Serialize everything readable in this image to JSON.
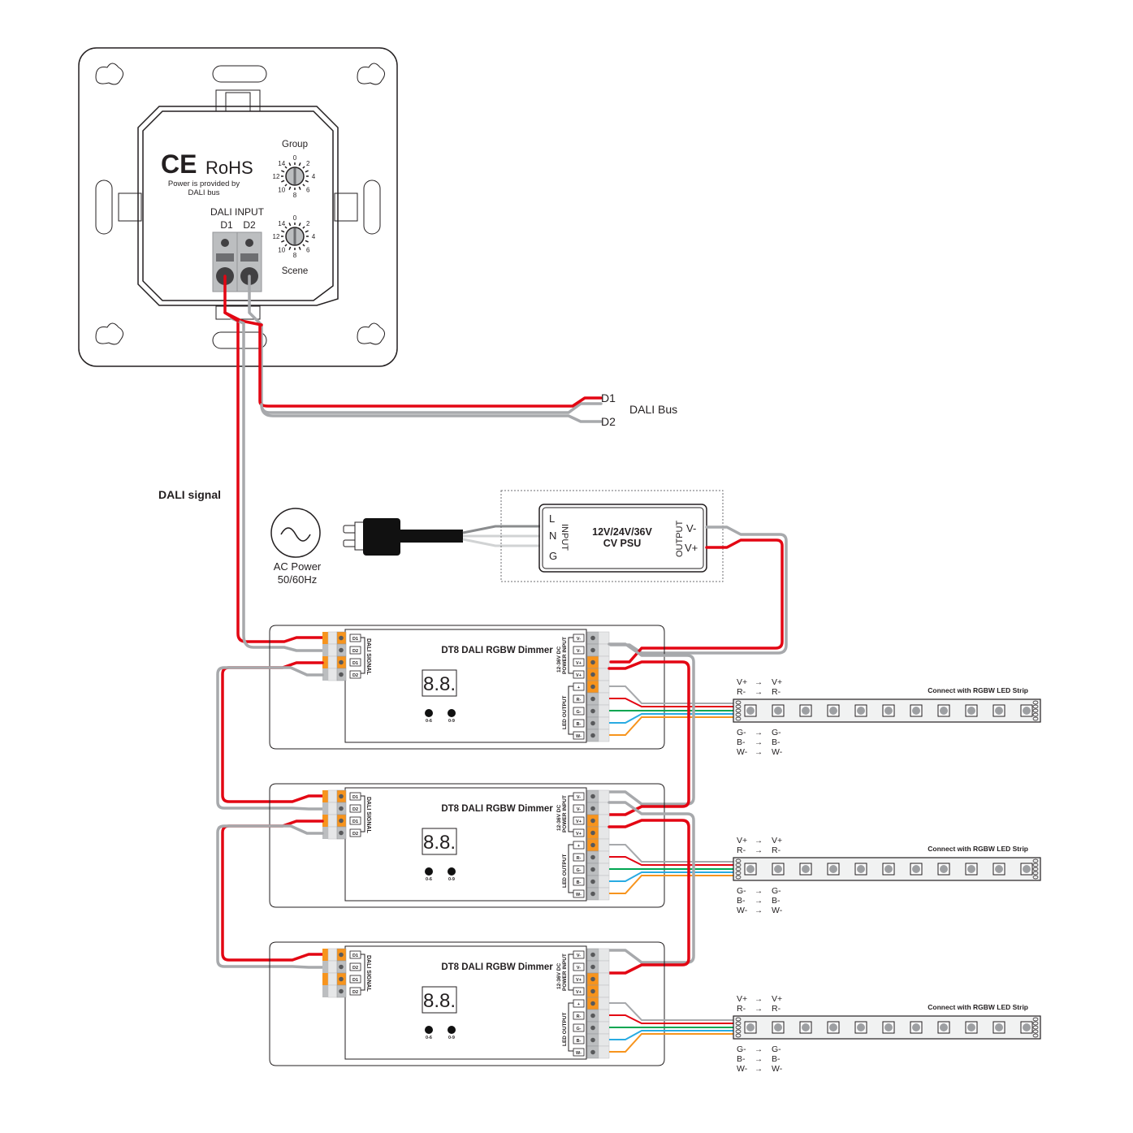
{
  "wall_panel": {
    "ce_mark": "CE",
    "rohs": "RoHS",
    "power_note_line1": "Power is provided by",
    "power_note_line2": "DALI bus",
    "dali_input_label": "DALI INPUT",
    "terminal_d1": "D1",
    "terminal_d2": "D2",
    "group_label": "Group",
    "scene_label": "Scene",
    "dial_numbers": [
      "0",
      "2",
      "4",
      "6",
      "8",
      "10",
      "12",
      "14"
    ]
  },
  "dali_bus": {
    "label": "DALI Bus",
    "d1": "D1",
    "d2": "D2"
  },
  "dali_signal_label": "DALI signal",
  "ac_power": {
    "line1": "AC Power",
    "line2": "50/60Hz"
  },
  "psu": {
    "title_line1": "12V/24V/36V",
    "title_line2": "CV PSU",
    "input_label": "INPUT",
    "output_label": "OUTPUT",
    "input_terminals": [
      "L",
      "N",
      "G"
    ],
    "output_terminals": [
      "V-",
      "V+"
    ]
  },
  "dimmers": [
    {
      "title": "DT8 DALI RGBW Dimmer"
    },
    {
      "title": "DT8 DALI RGBW Dimmer"
    },
    {
      "title": "DT8 DALI RGBW Dimmer"
    }
  ],
  "dimmer_common": {
    "dali_signal_label": "DALI SIGNAL",
    "dali_terminals": [
      "D1",
      "D2",
      "D1",
      "D2"
    ],
    "power_input_label": "POWER INPUT",
    "power_range_label": "12-36V DC",
    "power_terminals": [
      "V-",
      "V-",
      "V+",
      "V+"
    ],
    "led_output_label": "LED OUTPUT",
    "led_terminals": [
      "+",
      "R-",
      "G-",
      "B-",
      "W-"
    ],
    "display_digits": "8.8.",
    "button1_label": "0-6",
    "button2_label": "0-9"
  },
  "led_strip": {
    "label": "Connect with RGBW LED Strip",
    "mappings_top": [
      [
        "V+",
        "V+"
      ],
      [
        "R-",
        "R-"
      ]
    ],
    "mappings_bottom": [
      [
        "G-",
        "G-"
      ],
      [
        "B-",
        "B-"
      ],
      [
        "W-",
        "W-"
      ]
    ],
    "led_count": 11
  },
  "colors": {
    "red_wire": "#e30613",
    "gray_wire": "#a7a9ac",
    "green_wire": "#00a651",
    "blue_wire": "#29abe2",
    "orange_wire": "#f7941d",
    "terminal_orange": "#f7941d",
    "terminal_gray": "#bcbec0"
  }
}
